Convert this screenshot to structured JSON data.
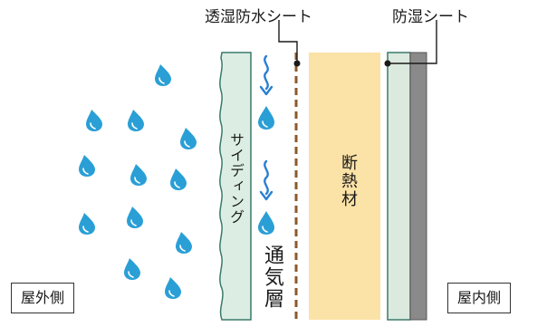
{
  "labels": {
    "breathable_sheet": "透湿防水シート",
    "vapor_barrier": "防湿シート",
    "siding": "サイディング",
    "air_layer": "通気層",
    "insulation": "断熱材",
    "outdoor": "屋外側",
    "indoor": "屋内側"
  },
  "colors": {
    "raindrop": "#2a9fd6",
    "arrow": "#2a7fd0",
    "siding_fill": "#dceee4",
    "insulation_fill": "#fbe2a6",
    "membrane": "#8b5a2b",
    "interior_light": "#dbe9df",
    "interior_dark": "#8a8a8a",
    "layer_outline": "#3a7a6a"
  },
  "icons": [
    "raindrop-icon",
    "down-arrow-icon"
  ]
}
